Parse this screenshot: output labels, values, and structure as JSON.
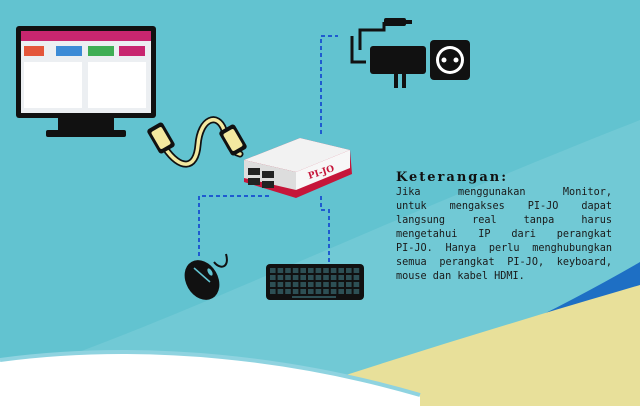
{
  "keterangan": {
    "title": "Keterangan:",
    "lines": [
      "Jika menggunakan Monitor,",
      "untuk mengakses PI-JO dapat",
      "langsung real tanpa harus",
      "mengetahui IP dari perangkat",
      "PI-JO. Hanya perlu menghubungkan",
      "semua perangkat PI-JO, keyboard,",
      "mouse dan kabel HDMI."
    ]
  },
  "device": {
    "label": "PI-JO"
  },
  "colors": {
    "background": "#62c3d0",
    "connector": "#1f5bd0",
    "case_red": "#c6163a",
    "monitor_header": "#c8266f",
    "cable_yellow": "#f3e8a0"
  },
  "icons": [
    "monitor-icon",
    "hdmi-cable-icon",
    "power-adapter-icon",
    "wall-socket-icon",
    "mouse-icon",
    "keyboard-icon",
    "pi-case-icon"
  ]
}
